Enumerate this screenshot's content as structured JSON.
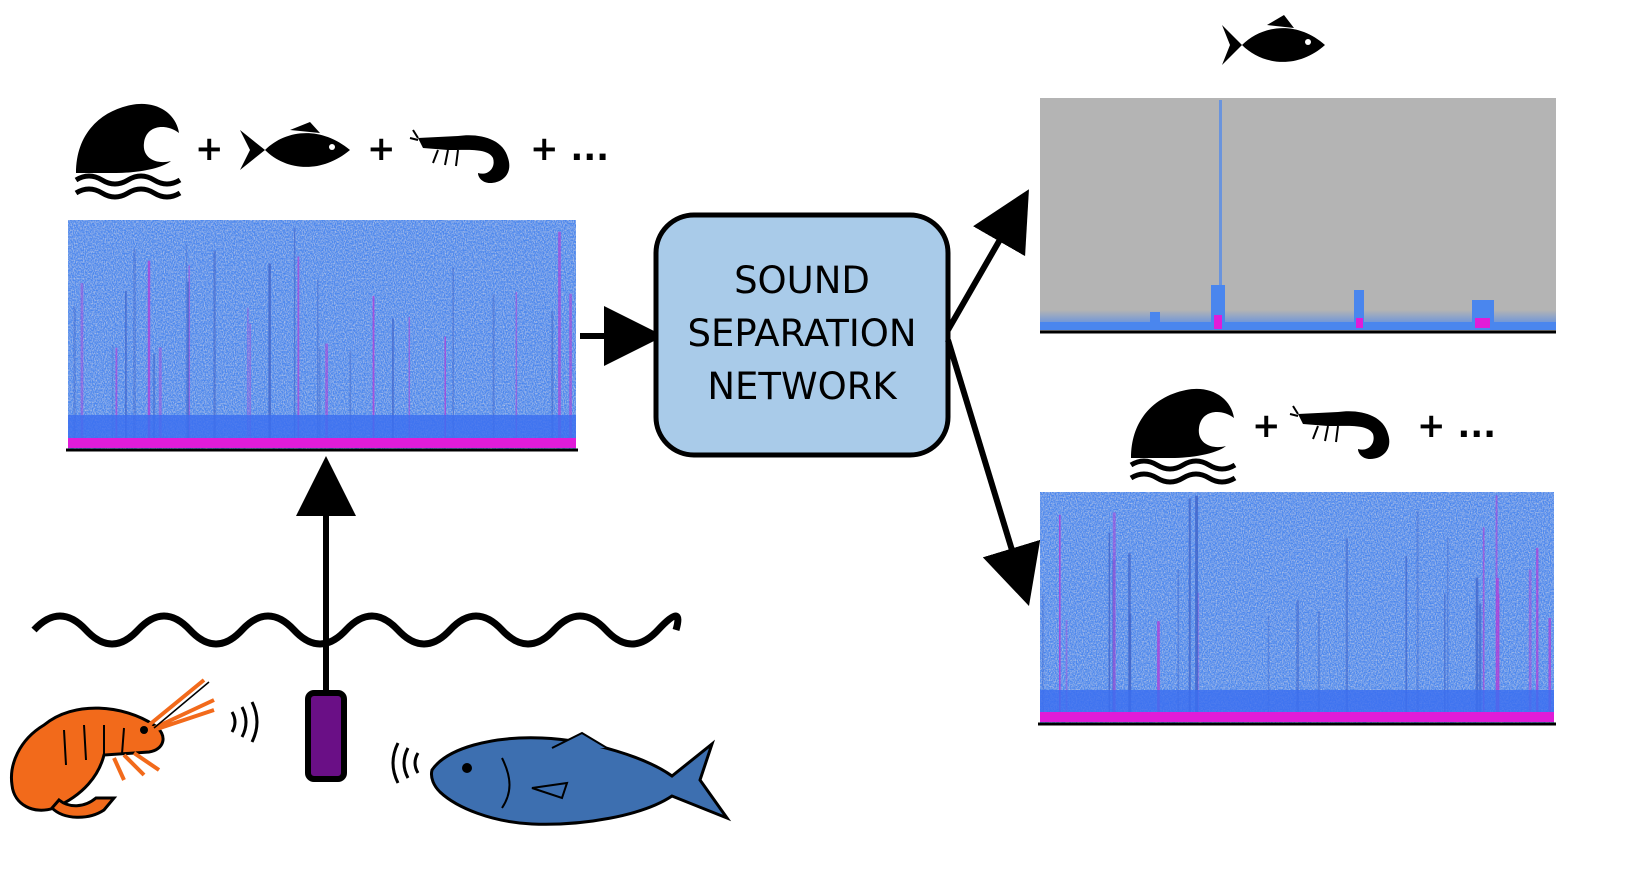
{
  "network": {
    "label_lines": [
      "SOUND",
      "SEPARATION",
      "NETWORK"
    ],
    "fill": "#a9cbe9",
    "stroke": "#000000"
  },
  "input_mixture": {
    "icons": [
      "wave-icon",
      "fish-icon",
      "shrimp-icon"
    ],
    "operators": [
      "+",
      "+",
      "+ ..."
    ]
  },
  "output_fish": {
    "icons": [
      "fish-icon"
    ]
  },
  "output_residual": {
    "icons": [
      "wave-icon",
      "shrimp-icon"
    ],
    "operators": [
      "+",
      "+ ..."
    ]
  },
  "colors": {
    "spectrogram_blue": "#4a86ee",
    "spectrogram_magenta": "#e01cd8",
    "spectrogram_gray": "#b4b4b4",
    "shrimp_orange": "#f26a1b",
    "fish_blue": "#3d6fb0",
    "hydrophone_purple": "#6a0f86"
  }
}
